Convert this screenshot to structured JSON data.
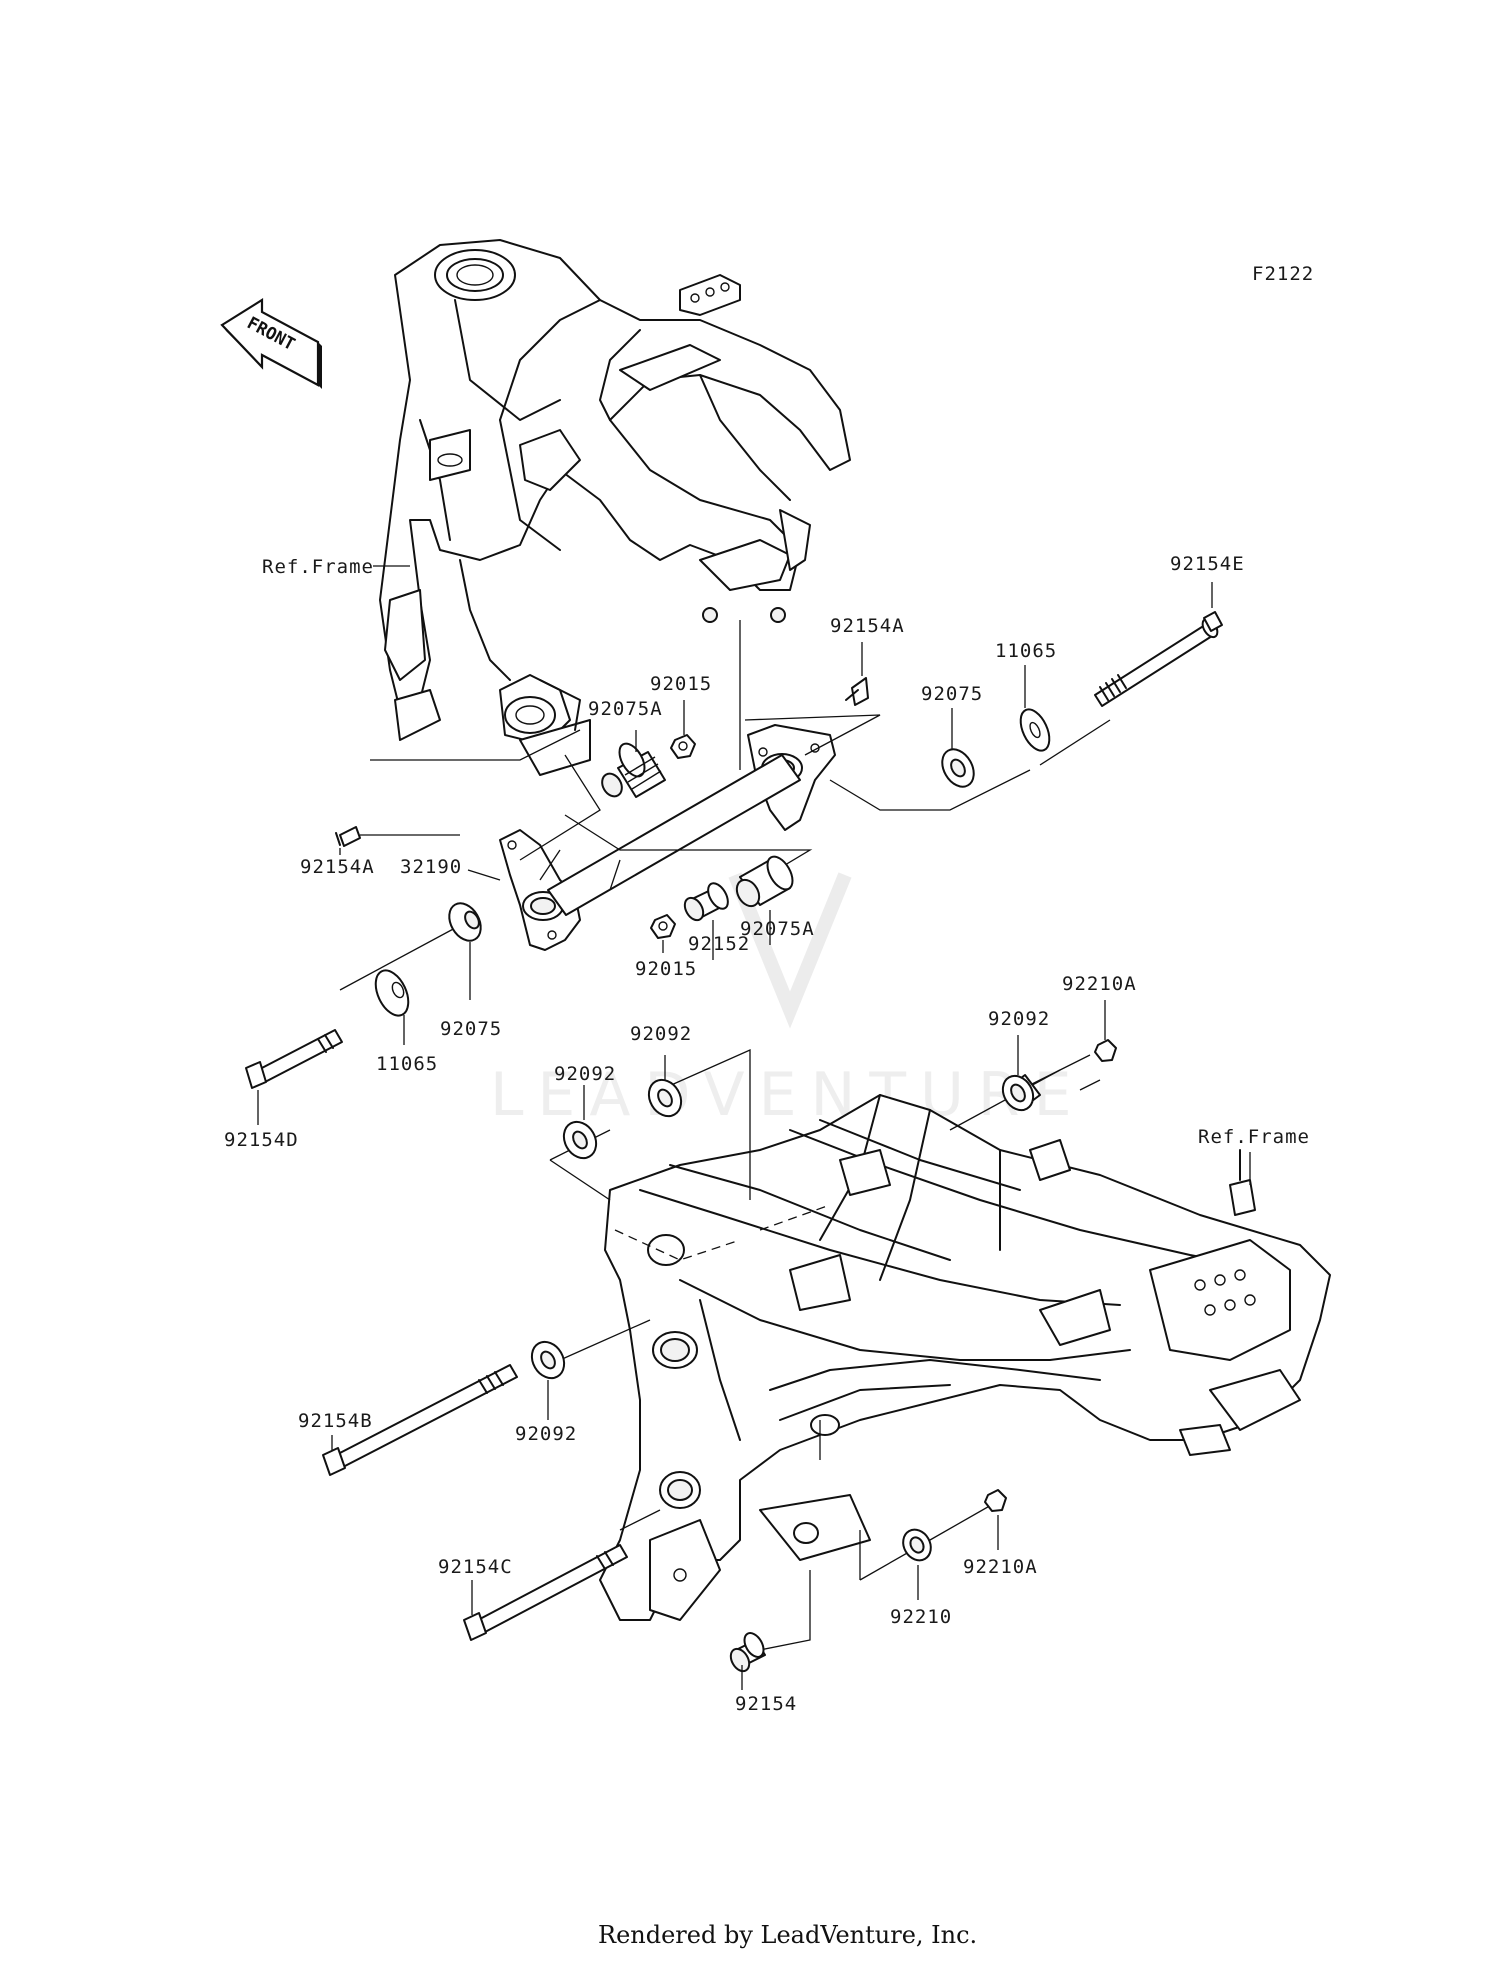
{
  "diagram": {
    "code": "F2122",
    "front_label": "FRONT",
    "watermark": "LEADVENTURE",
    "footer": "Rendered by LeadVenture, Inc.",
    "ref_frame_top": "Ref.Frame",
    "ref_frame_bottom": "Ref.Frame",
    "parts": {
      "p92154E": "92154E",
      "p11065_right": "11065",
      "p92154A_top": "92154A",
      "p92075_right": "92075",
      "p92015_top": "92015",
      "p92075A_top": "92075A",
      "p92154A_left": "92154A",
      "p32190": "32190",
      "p92075A_right": "92075A",
      "p92152": "92152",
      "p92015_bottom": "92015",
      "p92075_left": "92075",
      "p11065_left": "11065",
      "p92154D": "92154D",
      "p92210A_top": "92210A",
      "p92092_right": "92092",
      "p92092_mid": "92092",
      "p92092_left": "92092",
      "p92092_bottom": "92092",
      "p92154B": "92154B",
      "p92154C": "92154C",
      "p92210A_bottom": "92210A",
      "p92210": "92210",
      "p92154": "92154"
    }
  }
}
